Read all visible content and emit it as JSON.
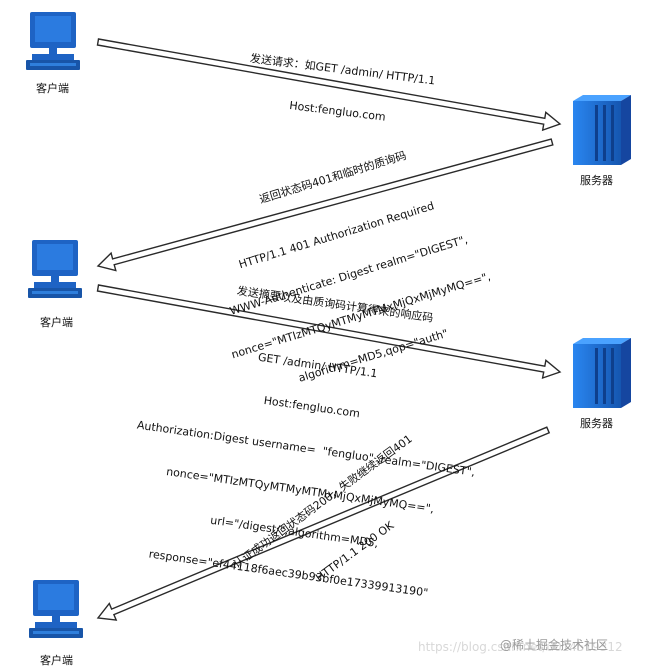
{
  "nodes": {
    "client1": "客户端",
    "client2": "客户端",
    "client3": "客户端",
    "server1": "服务器",
    "server2": "服务器"
  },
  "messages": {
    "m1": [
      "发送请求：如GET /admin/ HTTP/1.1",
      "Host:fengluo.com"
    ],
    "m2_title": "返回状态码401和临时的质询码",
    "m2": [
      "HTTP/1.1 401 Authorization Required",
      "WWW-Authenticate: Digest realm=\"DIGEST\",",
      "nonce=\"MTIzMTQyMTMyMTMxMjQxMjMyMQ==\",",
      "algorithm=MD5,qop=\"auth\""
    ],
    "m3_title": "发送摘要以及由质询码计算得来的响应码",
    "m3": [
      "GET /admin/ HTTP/1.1",
      "Host:fengluo.com",
      "Authorization:Digest username=  \"fengluo\" ,realm=\"DIGEST\",",
      "nonce=\"MTIzMTQyMTMyMTMxMjQxMjMyMQ==\",",
      "url=\"/digest/\",algorithm=MD5,",
      "response=\"ef44118f6aec39b93bf0e17339913190\""
    ],
    "m4_title": "认证成功返回状态码200，失败继续返回401",
    "m4": "HTTP/1.1 200 OK"
  },
  "watermark": {
    "faint": "https://blog.csdn.net/u014519312",
    "brand": "@稀土掘金技术社区"
  },
  "colors": {
    "client_blue": "#1e63c4",
    "server_blue": "#1f6fd6",
    "arrow_fill": "#ffffff",
    "arrow_stroke": "#2a2a2a"
  }
}
